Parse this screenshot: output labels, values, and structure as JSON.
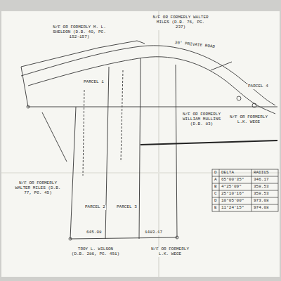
{
  "diagram": {
    "labels": [
      "N/F OR FORMERLY M. L. SHELDON (D.B. 40, PG. 152-157)",
      "N/F OR FORMERLY WALTER MILES (D.B. 76, PG. 237)",
      "30' PRIVATE ROAD",
      "PARCEL 1",
      "PARCEL 4",
      "PARCEL 2",
      "PARCEL 3",
      "N/F OR FORMERLY WILLIAM MULLINS (D.B. 83)",
      "N/F OR FORMERLY L.K. WEGE",
      "N/F OR FORMERLY WALTER MILES (D.B. 77, PG. 45)",
      "TROY L. WILSON (D.B. 286, PG. 451)",
      "N/F OR FORMERLY L.K. WEGE",
      "1483.17",
      "645.08",
      "D",
      "DELTA",
      "RADIUS",
      "A",
      "65°00'35\"",
      "346.17",
      "B",
      "4°25'09\"",
      "358.53",
      "C",
      "25°10'16\"",
      "358.53",
      "D",
      "10°05'00\"",
      "973.08",
      "E",
      "11°24'15\"",
      "974.08"
    ]
  }
}
